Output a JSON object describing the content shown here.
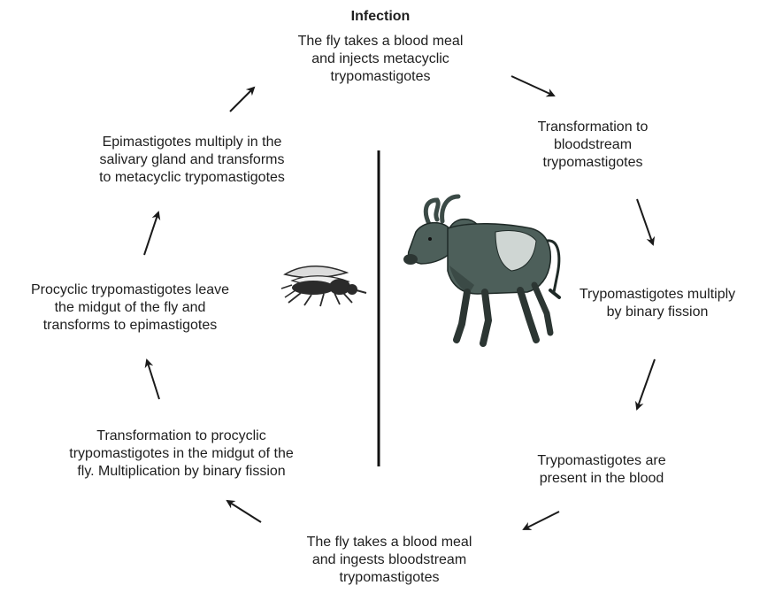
{
  "title": "Infection",
  "steps": {
    "injection": "The fly takes a blood meal\nand injects metacyclic\ntrypomastigotes",
    "transformation_bloodstream": "Transformation to\nbloodstream\ntrypomastigotes",
    "multiply_host": "Trypomastigotes multiply\nby binary fission",
    "present_blood": "Trypomastigotes are\npresent in the blood",
    "ingestion": "The fly takes a blood meal\nand ingests bloodstream\ntrypomastigotes",
    "procyclic_transformation": "Transformation to  procyclic\ntrypomastigotes in the midgut of the\nfly. Multiplication by binary fission",
    "leave_midgut": "Procyclic trypomastigotes leave\nthe midgut of the fly and\ntransforms to epimastigotes",
    "epimastigotes_multiply": "Epimastigotes multiply in the\nsalivary gland and transforms\nto metacyclic trypomastigotes"
  },
  "colors": {
    "text": "#1e1e1e",
    "arrow": "#1a1a1a",
    "divider": "#111111",
    "cow_body": "#4d5f5a",
    "cow_light": "#cfd6d3",
    "fly": "#2b2b2b"
  },
  "icons": [
    "fly-icon",
    "cattle-icon"
  ]
}
